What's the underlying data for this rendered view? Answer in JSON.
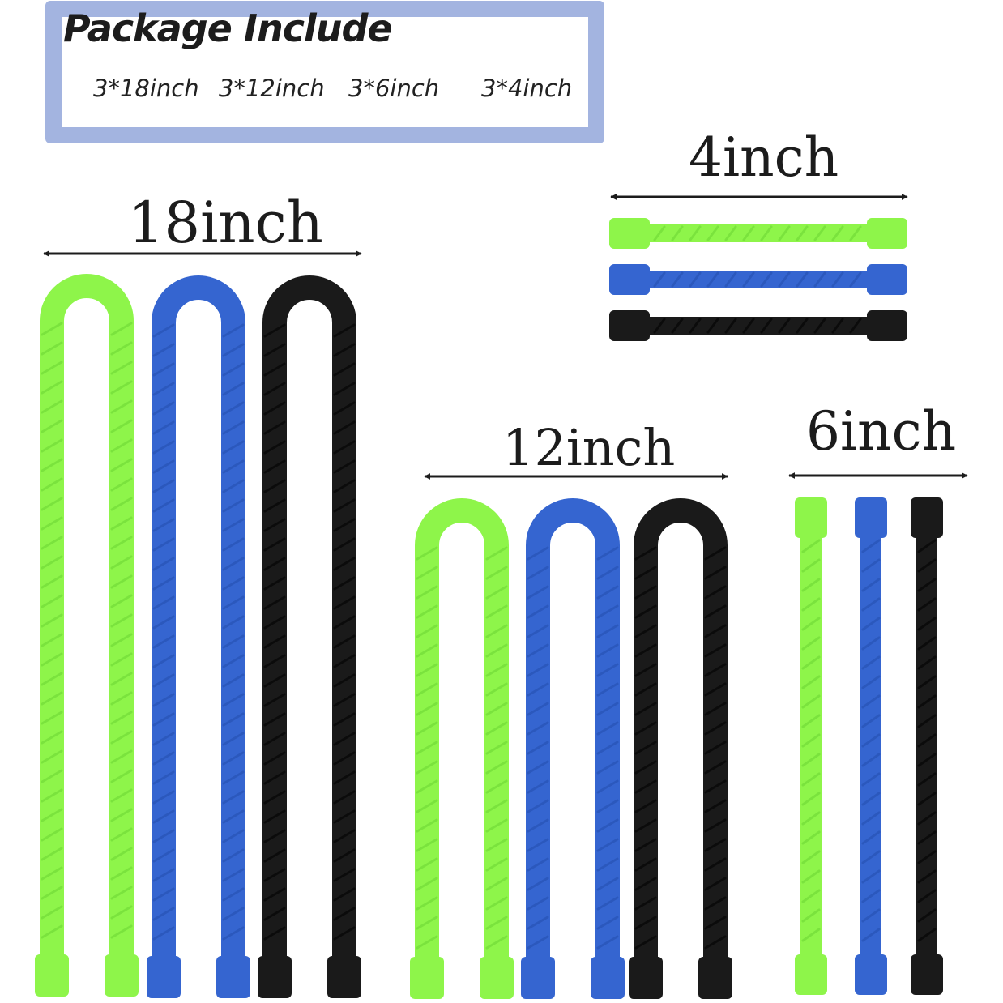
{
  "package": {
    "title": "Package Include",
    "items": [
      "3*18inch",
      "3*12inch",
      "3*6inch",
      "3*4inch"
    ]
  },
  "sizes": {
    "s18": "18inch",
    "s12": "12inch",
    "s6": "6inch",
    "s4": "4inch"
  },
  "colors": {
    "green": "#8ef54a",
    "blue": "#3565d0",
    "black": "#1a1a1a",
    "frame": "#a3b4e0"
  }
}
